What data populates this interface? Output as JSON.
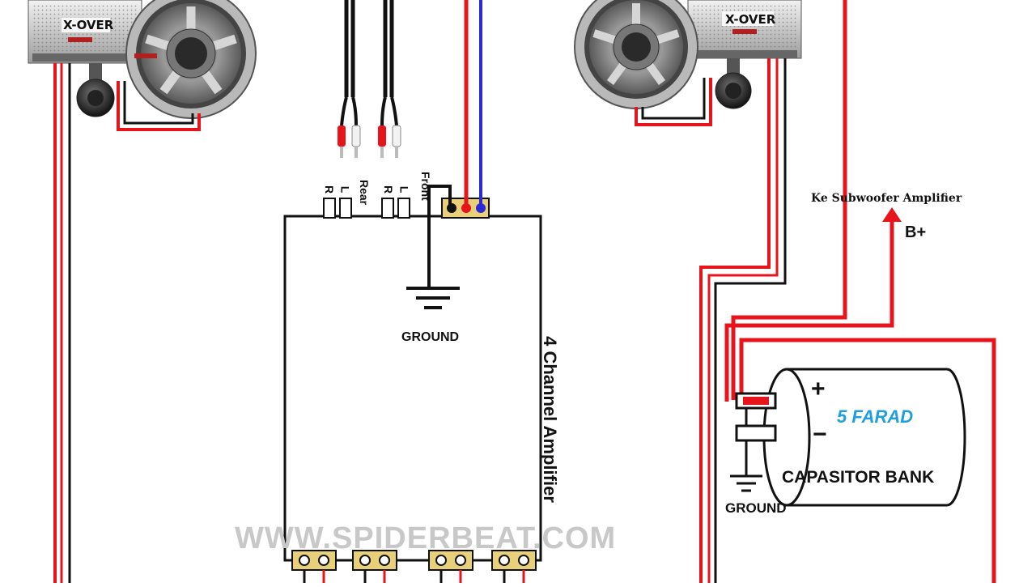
{
  "diagram": {
    "left_crossover_label": "X-OVER",
    "right_crossover_label": "X-OVER",
    "rca_rear_label": "Rear",
    "rca_front_label": "Front",
    "rca_rear_r": "R",
    "rca_rear_l": "L",
    "rca_front_r": "R",
    "rca_front_l": "L",
    "amp_ground_label": "GROUND",
    "amp_title": "4 Channel Amplifier",
    "sub_amp_label": "Ke Subwoofer Amplifier",
    "bplus_label": "B+",
    "cap_plus": "+",
    "cap_minus": "−",
    "cap_value": "5 FARAD",
    "cap_title": "CAPASITOR BANK",
    "cap_ground_label": "GROUND",
    "watermark": "WWW.SPIDERBEAT.COM",
    "colors": {
      "power_wire": "#e8141c",
      "ground_wire": "#111111",
      "remote_wire": "#2b2bd6",
      "cap_value_text": "#1e9fe0",
      "watermark": "#c8c8c8"
    }
  }
}
